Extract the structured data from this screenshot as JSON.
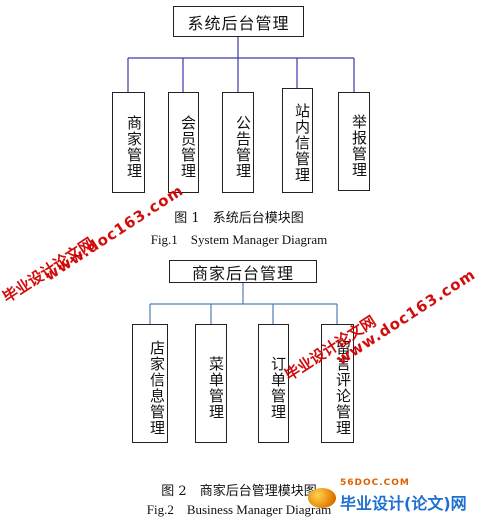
{
  "diagram1": {
    "root": "系统后台管理",
    "children": [
      "商家管理",
      "会员管理",
      "公告管理",
      "站内信管理",
      "举报管理"
    ],
    "caption_cn": "图 1　系统后台模块图",
    "caption_en": "Fig.1　System Manager Diagram"
  },
  "diagram2": {
    "root": "商家后台管理",
    "children": [
      "店家信息管理",
      "菜单管理",
      "订单管理",
      "留言评论管理"
    ],
    "caption_cn": "图 2　商家后台管理模块图",
    "caption_en": "Fig.2　Business Manager Diagram"
  },
  "watermarks": {
    "cn": "毕业设计论文网",
    "url": "www.doc163.com"
  },
  "logo": {
    "small": "56DOC.COM",
    "name": "毕业设计(论文)网"
  },
  "colors": {
    "connector1": "#3a3aa8",
    "connector2": "#4f7fb0",
    "box_border": "#222222",
    "watermark": "#d00000"
  }
}
